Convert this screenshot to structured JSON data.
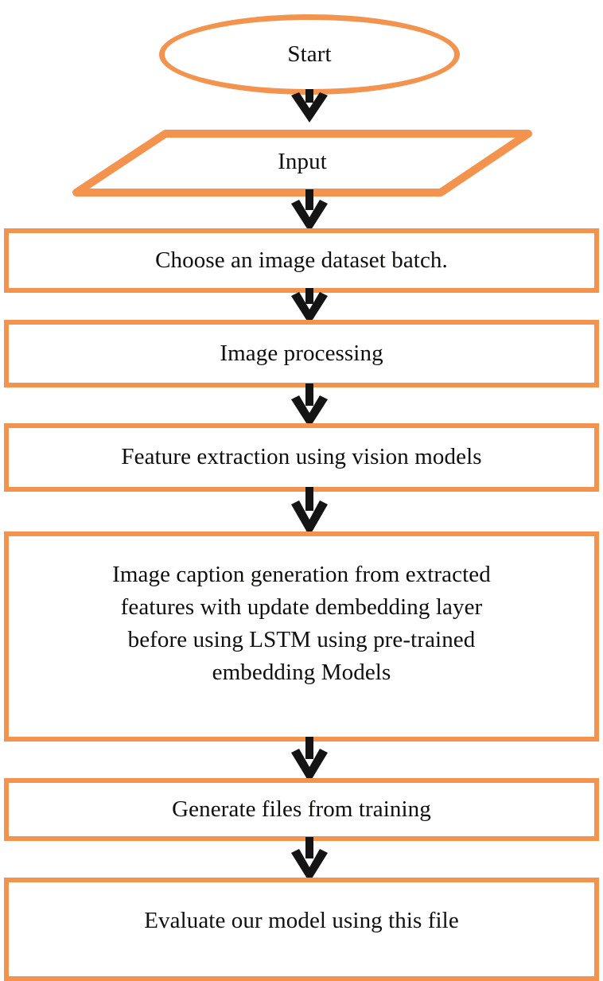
{
  "diagram": {
    "title": "Image captioning training pipeline flowchart",
    "orientation": "top-to-bottom",
    "accent_color": "#f4934e",
    "text_color": "#100f0d",
    "background_color": "#ffffff",
    "arrow_color": "#141414"
  },
  "nodes": [
    {
      "id": "start",
      "shape": "ellipse",
      "label": "Start"
    },
    {
      "id": "input",
      "shape": "parallelogram",
      "label": "Input"
    },
    {
      "id": "choose-batch",
      "shape": "rectangle",
      "label": "Choose an image dataset batch."
    },
    {
      "id": "image-processing",
      "shape": "rectangle",
      "label": "Image processing"
    },
    {
      "id": "feature-extraction",
      "shape": "rectangle",
      "label": "Feature extraction using vision models"
    },
    {
      "id": "caption-generation",
      "shape": "rectangle",
      "label": "Image caption generation from extracted\nfeatures with update dembedding layer\nbefore using LSTM using pre-trained\nembedding Models"
    },
    {
      "id": "generate-files",
      "shape": "rectangle",
      "label": "Generate files from training"
    },
    {
      "id": "evaluate-model",
      "shape": "rectangle",
      "label": "Evaluate our model using this file"
    }
  ],
  "connectors": [
    {
      "id": "c1",
      "from": "start",
      "to": "input",
      "icon": "down-arrow-icon"
    },
    {
      "id": "c2",
      "from": "input",
      "to": "choose-batch",
      "icon": "down-arrow-icon"
    },
    {
      "id": "c3",
      "from": "choose-batch",
      "to": "image-processing",
      "icon": "down-arrow-icon"
    },
    {
      "id": "c4",
      "from": "image-processing",
      "to": "feature-extraction",
      "icon": "down-arrow-icon"
    },
    {
      "id": "c5",
      "from": "feature-extraction",
      "to": "caption-generation",
      "icon": "down-arrow-icon"
    },
    {
      "id": "c6",
      "from": "caption-generation",
      "to": "generate-files",
      "icon": "down-arrow-icon"
    },
    {
      "id": "c7",
      "from": "generate-files",
      "to": "evaluate-model",
      "icon": "down-arrow-icon"
    }
  ]
}
